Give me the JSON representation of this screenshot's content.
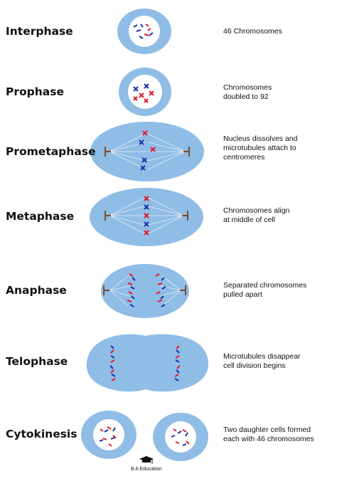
{
  "colors": {
    "cytoplasm": "#8fbde6",
    "nucleus": "#ffffff",
    "chromosome_red": "#e0192e",
    "chromosome_blue": "#1a2fa8",
    "centriole": "#7a4a2a",
    "spindle": "#e8eef5"
  },
  "stages": [
    {
      "name": "Interphase",
      "description": [
        "46 Chromosomes"
      ]
    },
    {
      "name": "Prophase",
      "description": [
        "Chromosomes",
        "doubled to 92"
      ]
    },
    {
      "name": "Prometaphase",
      "description": [
        "Nucleus dissolves and",
        "microtubules attach to",
        "centromeres"
      ]
    },
    {
      "name": "Metaphase",
      "description": [
        "Chromosomes align",
        "at middle of cell"
      ]
    },
    {
      "name": "Anaphase",
      "description": [
        "Separated chromosomes",
        "pulled apart"
      ]
    },
    {
      "name": "Telophase",
      "description": [
        "Microtubules disappear",
        "cell division begins"
      ]
    },
    {
      "name": "Cytokinesis",
      "description": [
        "Two daughter cells formed",
        "each with 46 chromosomes"
      ]
    }
  ],
  "credit": "B A Education",
  "credit_icon": "graduation-cap-icon"
}
